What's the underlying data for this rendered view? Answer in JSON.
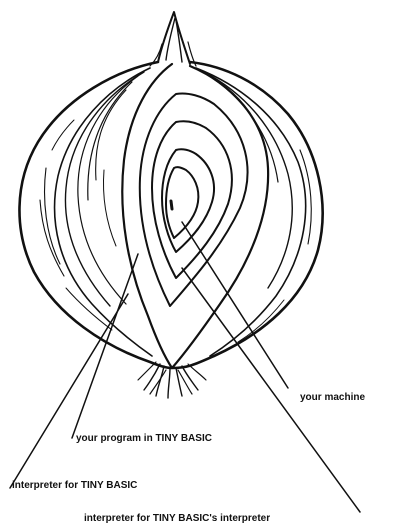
{
  "figure": {
    "ink_color": "#111111",
    "background": "#ffffff",
    "layers": [
      {
        "label": "your machine"
      },
      {
        "label": "your program in TINY BASIC"
      },
      {
        "label": "interpreter for TINY BASIC"
      },
      {
        "label": "interpreter for TINY BASIC's interpreter"
      }
    ]
  }
}
